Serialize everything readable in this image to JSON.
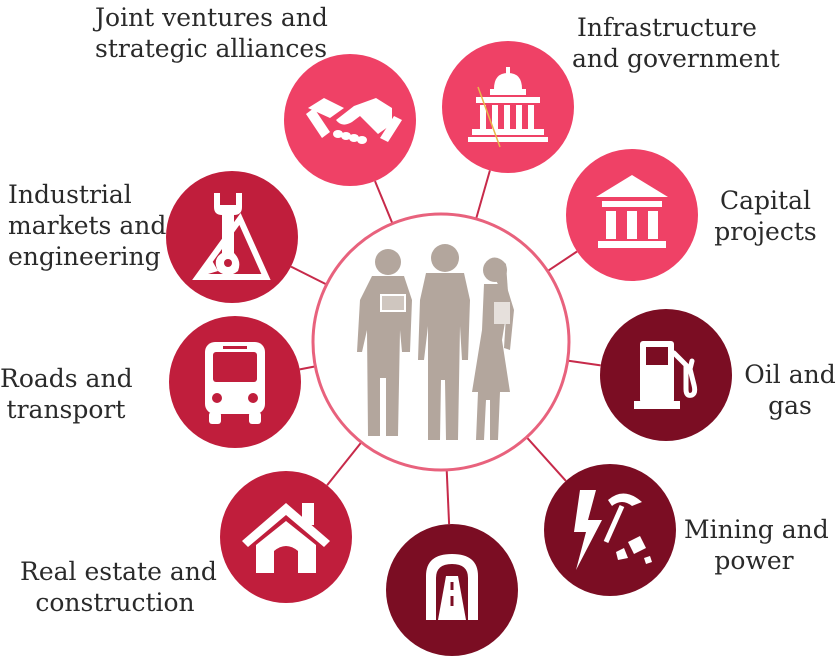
{
  "diagram": {
    "colors": {
      "pink": "#ef4166",
      "crimson": "#c01e3c",
      "maroon": "#7b0d23",
      "connector": "#c72a4a",
      "silhouette": "#b3a69d",
      "icon": "#ffffff"
    },
    "hub": {
      "icon": "business-people-silhouette"
    },
    "nodes": [
      {
        "id": "joint-ventures",
        "icon": "handshake-icon",
        "color": "pink",
        "lines": [
          "Joint ventures and",
          "strategic alliances"
        ]
      },
      {
        "id": "infrastructure",
        "icon": "capitol-building-icon",
        "color": "pink",
        "lines": [
          "Infrastructure",
          "and government"
        ]
      },
      {
        "id": "capital-projects",
        "icon": "bank-building-icon",
        "color": "pink",
        "lines": [
          "Capital",
          "projects"
        ]
      },
      {
        "id": "oil-gas",
        "icon": "fuel-pump-icon",
        "color": "maroon",
        "lines": [
          "Oil and",
          "gas"
        ]
      },
      {
        "id": "mining-power",
        "icon": "pickaxe-lightning-icon",
        "color": "maroon",
        "lines": [
          "Mining and",
          "power"
        ]
      },
      {
        "id": "tunnel",
        "icon": "tunnel-road-icon",
        "color": "maroon",
        "lines": []
      },
      {
        "id": "real-estate",
        "icon": "house-icon",
        "color": "crimson",
        "lines": [
          "Real estate and",
          "construction"
        ]
      },
      {
        "id": "roads-transport",
        "icon": "bus-icon",
        "color": "crimson",
        "lines": [
          "Roads and",
          "transport"
        ]
      },
      {
        "id": "industrial",
        "icon": "wrench-ruler-icon",
        "color": "crimson",
        "lines": [
          "Industrial",
          "markets and",
          "engineering"
        ]
      }
    ]
  }
}
